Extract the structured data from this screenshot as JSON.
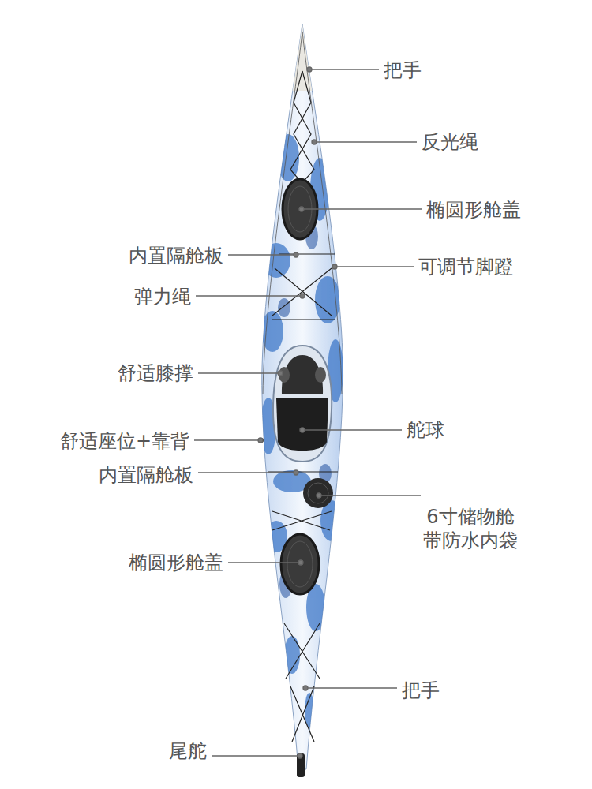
{
  "diagram": {
    "labels": [
      "把手",
      "反光绳",
      "椭圆形舱盖",
      "内置隔舱板",
      "可调节脚蹬",
      "弹力绳",
      "舒适膝撑",
      "舵球",
      "舒适座位+靠背",
      "内置隔舱板",
      "6寸储物舱 带防水内袋",
      "椭圆形舱盖",
      "把手",
      "尾舵"
    ]
  }
}
